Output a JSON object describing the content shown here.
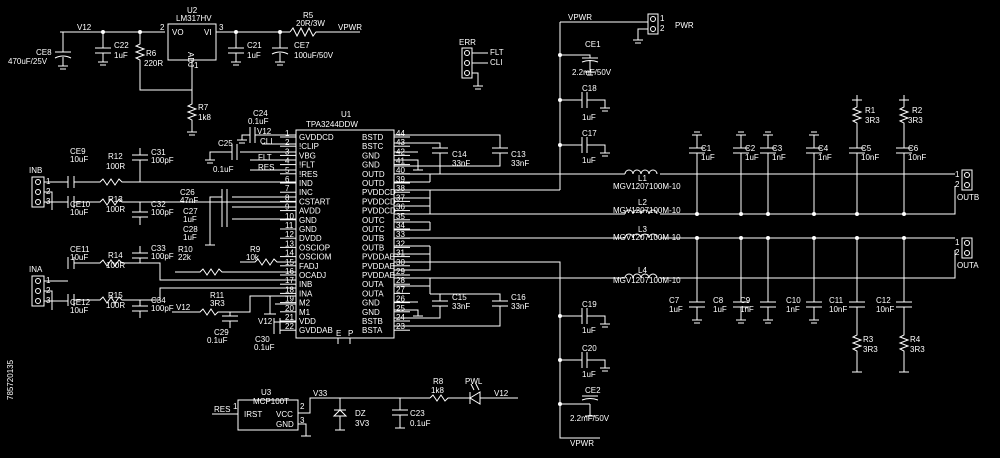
{
  "supply_net": "V12",
  "regulator": {
    "ref": "U2",
    "part": "LM317HV",
    "pin_vo": "VO",
    "pin_vi": "VI",
    "pin_adj": "ADJ",
    "pin_2": "2",
    "pin_3": "3",
    "pin_1": "1"
  },
  "r5": {
    "ref": "R5",
    "value": "20R/3W"
  },
  "vpwr_label": "VPWR",
  "ce8": {
    "ref": "CE8",
    "value": "470uF/25V"
  },
  "c22": {
    "ref": "C22",
    "value": "1uF"
  },
  "r6": {
    "ref": "R6",
    "value": "220R"
  },
  "c21": {
    "ref": "C21",
    "value": "1uF"
  },
  "ce7": {
    "ref": "CE7",
    "value": "100uF/50V"
  },
  "r7": {
    "ref": "R7",
    "value": "1k8"
  },
  "c24": {
    "ref": "C24",
    "value": "0.1uF"
  },
  "c25": {
    "ref": "C25",
    "value": "0.1uF"
  },
  "err_block": {
    "label": "ERR",
    "flt": "FLT",
    "cli": "CLI"
  },
  "pwr_conn": {
    "label": "PWR",
    "pin1": "1",
    "pin2": "2"
  },
  "ce1": {
    "ref": "CE1",
    "value": "2.2mF/50V"
  },
  "c18": {
    "ref": "C18",
    "value": "1uF"
  },
  "c17": {
    "ref": "C17",
    "value": "1uF"
  },
  "c14": {
    "ref": "C14",
    "value": "33nF"
  },
  "c13": {
    "ref": "C13",
    "value": "33nF"
  },
  "c15": {
    "ref": "C15",
    "value": "33nF"
  },
  "c16": {
    "ref": "C16",
    "value": "33nF"
  },
  "u1": {
    "ref": "U1",
    "part": "TPA3244DDW",
    "left_pins": [
      {
        "name": "GVDDCD",
        "num": "1"
      },
      {
        "name": "!CLIP",
        "num": "2"
      },
      {
        "name": "VBG",
        "num": "3"
      },
      {
        "name": "!FLT",
        "num": "4"
      },
      {
        "name": "!RES",
        "num": "5"
      },
      {
        "name": "IND",
        "num": "6"
      },
      {
        "name": "INC",
        "num": "7"
      },
      {
        "name": "CSTART",
        "num": "8"
      },
      {
        "name": "AVDD",
        "num": "9"
      },
      {
        "name": "GND",
        "num": "10"
      },
      {
        "name": "GND",
        "num": "11"
      },
      {
        "name": "DVDD",
        "num": "12"
      },
      {
        "name": "OSCIOP",
        "num": "13"
      },
      {
        "name": "OSCIOM",
        "num": "14"
      },
      {
        "name": "FADJ",
        "num": "15"
      },
      {
        "name": "OCADJ",
        "num": "16"
      },
      {
        "name": "INB",
        "num": "17"
      },
      {
        "name": "INA",
        "num": "18"
      },
      {
        "name": "M2",
        "num": "19"
      },
      {
        "name": "M1",
        "num": "20"
      },
      {
        "name": "VDD",
        "num": "21"
      },
      {
        "name": "GVDDAB",
        "num": "22"
      }
    ],
    "right_pins": [
      {
        "name": "BSTD",
        "num": "44"
      },
      {
        "name": "BSTC",
        "num": "43"
      },
      {
        "name": "GND",
        "num": "42"
      },
      {
        "name": "GND",
        "num": "41"
      },
      {
        "name": "OUTD",
        "num": "40"
      },
      {
        "name": "OUTD",
        "num": "39"
      },
      {
        "name": "PVDDCD",
        "num": "38"
      },
      {
        "name": "PVDDCD",
        "num": "37"
      },
      {
        "name": "PVDDCD",
        "num": "36"
      },
      {
        "name": "OUTC",
        "num": "35"
      },
      {
        "name": "OUTC",
        "num": "34"
      },
      {
        "name": "OUTB",
        "num": "33"
      },
      {
        "name": "OUTB",
        "num": "32"
      },
      {
        "name": "PVDDAB",
        "num": "31"
      },
      {
        "name": "PVDDAB",
        "num": "30"
      },
      {
        "name": "PVDDAB",
        "num": "29"
      },
      {
        "name": "OUTA",
        "num": "28"
      },
      {
        "name": "OUTA",
        "num": "27"
      },
      {
        "name": "GND",
        "num": "26"
      },
      {
        "name": "GND",
        "num": "25"
      },
      {
        "name": "BSTB",
        "num": "24"
      },
      {
        "name": "BSTA",
        "num": "23"
      }
    ],
    "pad_pins": [
      "E",
      "P"
    ]
  },
  "net_labels": {
    "clip": "CLI",
    "flt": "FLT",
    "res": "RES",
    "v12_a": "V12",
    "v12_b": "V12",
    "v12_c": "V12"
  },
  "inb_conn": {
    "label": "INB",
    "pins": [
      "1",
      "2",
      "3"
    ]
  },
  "ina_conn": {
    "label": "INA",
    "pins": [
      "1",
      "2",
      "3"
    ]
  },
  "ce9": {
    "ref": "CE9",
    "value": "10uF"
  },
  "ce10": {
    "ref": "CE10",
    "value": "10uF"
  },
  "ce11": {
    "ref": "CE11",
    "value": "10uF"
  },
  "ce12": {
    "ref": "CE12",
    "value": "10uF"
  },
  "r12": {
    "ref": "R12",
    "value": "100R"
  },
  "r13": {
    "ref": "R13",
    "value": "100R"
  },
  "r14": {
    "ref": "R14",
    "value": "100R"
  },
  "r15": {
    "ref": "R15",
    "value": "100R"
  },
  "c31": {
    "ref": "C31",
    "value": "100pF"
  },
  "c32": {
    "ref": "C32",
    "value": "100pF"
  },
  "c33": {
    "ref": "C33",
    "value": "100pF"
  },
  "c34": {
    "ref": "C34",
    "value": "100pF"
  },
  "c26": {
    "ref": "C26",
    "value": "47nF"
  },
  "c27": {
    "ref": "C27",
    "value": "1uF"
  },
  "c28": {
    "ref": "C28",
    "value": "1uF"
  },
  "r10": {
    "ref": "R10",
    "value": "22k"
  },
  "r9": {
    "ref": "R9",
    "value": "10k"
  },
  "r11": {
    "ref": "R11",
    "value": "3R3"
  },
  "c29": {
    "ref": "C29",
    "value": "0.1uF"
  },
  "c30": {
    "ref": "C30",
    "value": "0.1uF"
  },
  "u3": {
    "ref": "U3",
    "part": "MCP100T",
    "pin_irst": "IRST",
    "pin_vcc": "VCC",
    "pin_gnd": "GND",
    "p1": "1",
    "p2": "2",
    "p3": "3",
    "res_label": "RES"
  },
  "v33_label": "V33",
  "dz": {
    "ref": "DZ",
    "value": "3V3"
  },
  "c23": {
    "ref": "C23",
    "value": "0.1uF"
  },
  "r8": {
    "ref": "R8",
    "value": "1k8"
  },
  "pwl_label": "PWL",
  "v12_pwl": "V12",
  "c19": {
    "ref": "C19",
    "value": "1uF"
  },
  "c20": {
    "ref": "C20",
    "value": "1uF"
  },
  "ce2": {
    "ref": "CE2",
    "value": "2.2mF/50V"
  },
  "vpwr_bottom": "VPWR",
  "inductors": [
    {
      "ref": "L1",
      "value": "MGV1207100M-10"
    },
    {
      "ref": "L2",
      "value": "MGV1207100M-10"
    },
    {
      "ref": "L3",
      "value": "MGV1207100M-10"
    },
    {
      "ref": "L4",
      "value": "MGV1207100M-10"
    }
  ],
  "outb_caps": [
    {
      "ref": "C1",
      "value": "1uF"
    },
    {
      "ref": "C2",
      "value": "1uF"
    },
    {
      "ref": "C3",
      "value": "1nF"
    },
    {
      "ref": "C4",
      "value": "1nF"
    },
    {
      "ref": "C5",
      "value": "10nF"
    },
    {
      "ref": "C6",
      "value": "10nF"
    }
  ],
  "outa_caps": [
    {
      "ref": "C7",
      "value": "1uF"
    },
    {
      "ref": "C8",
      "value": "1uF"
    },
    {
      "ref": "C9",
      "value": "1nF"
    },
    {
      "ref": "C10",
      "value": "1nF"
    },
    {
      "ref": "C11",
      "value": "10nF"
    },
    {
      "ref": "C12",
      "value": "10nF"
    }
  ],
  "r1": {
    "ref": "R1",
    "value": "3R3"
  },
  "r2": {
    "ref": "R2",
    "value": "3R3"
  },
  "r3": {
    "ref": "R3",
    "value": "3R3"
  },
  "r4": {
    "ref": "R4",
    "value": "3R3"
  },
  "outb_conn": {
    "label": "OUTB",
    "pin1": "1",
    "pin2": "2"
  },
  "outa_conn": {
    "label": "OUTA",
    "pin1": "1",
    "pin2": "2"
  },
  "stock_id": "785720135"
}
